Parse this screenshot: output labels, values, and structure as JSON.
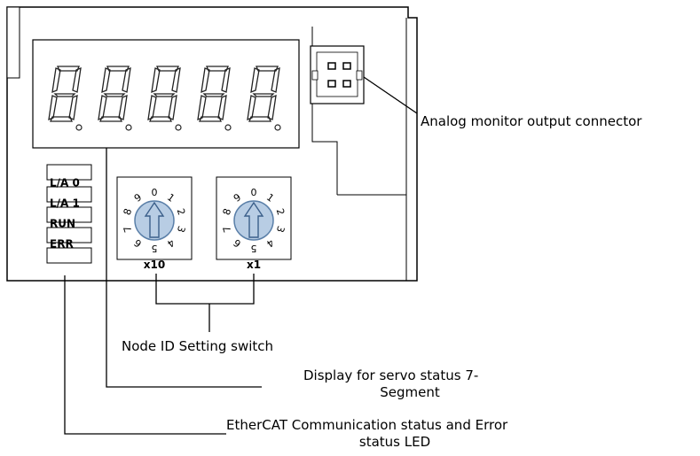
{
  "leds": [
    "L/A 0",
    "L/A 1",
    "RUN",
    "ERR"
  ],
  "display_digits": 5,
  "rotary_switches": [
    {
      "label": "x10",
      "dial_numbers": [
        "0",
        "1",
        "2",
        "3",
        "4",
        "5",
        "6",
        "7",
        "8",
        "9"
      ]
    },
    {
      "label": "x1",
      "dial_numbers": [
        "0",
        "1",
        "2",
        "3",
        "4",
        "5",
        "6",
        "7",
        "8",
        "9"
      ]
    }
  ],
  "callouts": {
    "analog": "Analog monitor output connector",
    "node_id": "Node ID Setting switch",
    "display_line1": "Display for servo status 7-",
    "display_line2": "Segment",
    "ethercat_line1": "EtherCAT Communication status and Error",
    "ethercat_line2": "status LED"
  },
  "colors": {
    "dial_fill": "#b8cde4",
    "dial_stroke": "#5a7fa8",
    "line": "#000000"
  }
}
